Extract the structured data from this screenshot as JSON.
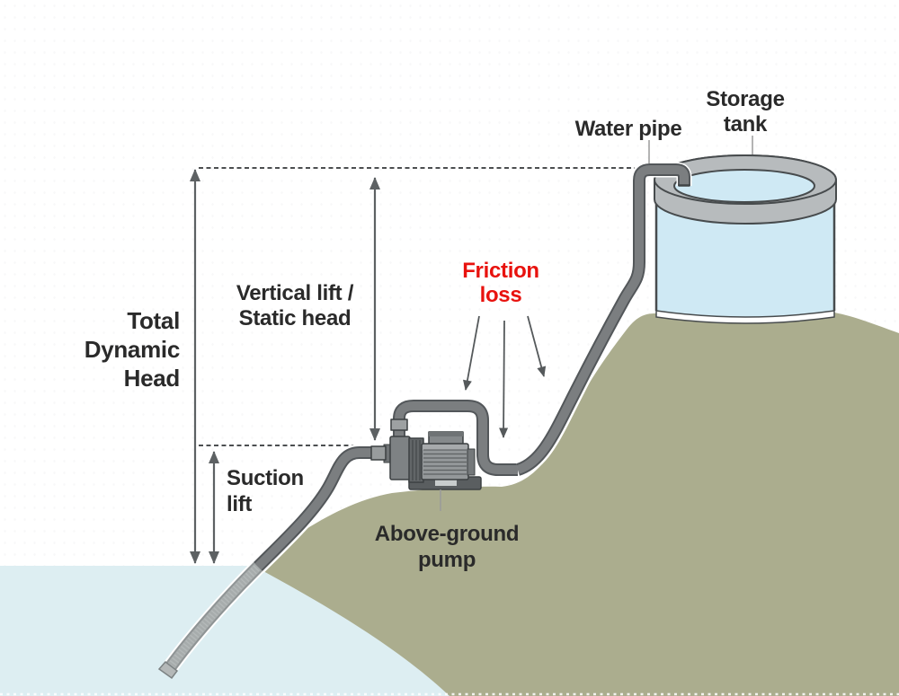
{
  "title": "Total Dynamic Head pump diagram",
  "labels": {
    "total_dynamic_head": "Total\nDynamic\nHead",
    "vertical_lift": "Vertical lift /\nStatic head",
    "suction_lift": "Suction\nlift",
    "friction_loss": "Friction\nloss",
    "water_pipe": "Water pipe",
    "storage_tank": "Storage\ntank",
    "above_ground_pump": "Above-ground\npump"
  },
  "colors": {
    "label_text": "#2a2a2a",
    "friction_loss_text": "#e8120e",
    "hill": "#abad8e",
    "source_water": "#ddeef2",
    "tank_water": "#cfe9f4",
    "tank_rim": "#b7bbbd",
    "pipe_fill": "#7b7e80",
    "pipe_outline": "#53575a",
    "underwater_pipe": "#a7acac",
    "arrow": "#5d6163"
  }
}
